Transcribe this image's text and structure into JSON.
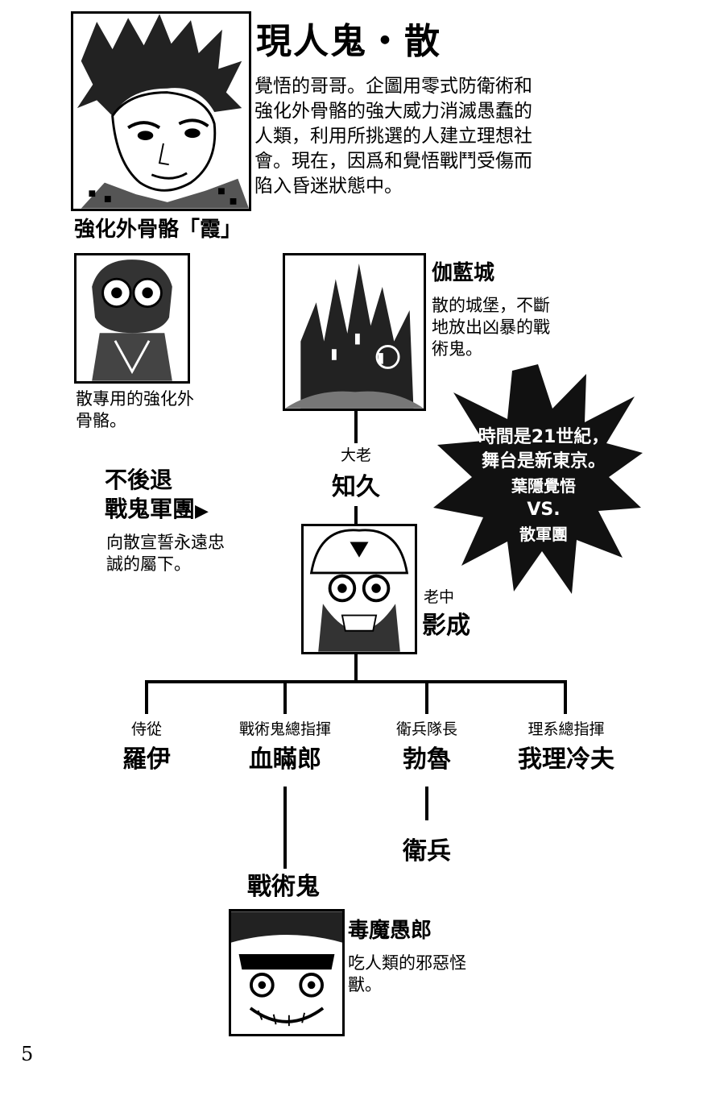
{
  "profile": {
    "title": "現人鬼・散",
    "description_lines": [
      "覺悟的哥哥。企圖用零式防衛術和",
      "強化外骨骼的強大威力消滅愚蠢的",
      "人類，利用所挑選的人建立理想社",
      "會。現在，因爲和覺悟戰鬥受傷而",
      "陷入昏迷狀態中。"
    ]
  },
  "armor": {
    "title": "強化外骨骼「霞」",
    "description_lines": [
      "散專用的強化外",
      "骨骼。"
    ]
  },
  "castle": {
    "title": "伽藍城",
    "description_lines": [
      "散的城堡，不斷",
      "地放出凶暴的戰",
      "術鬼。"
    ]
  },
  "army": {
    "title_lines": [
      "不後退",
      "戰鬼軍團"
    ],
    "arrow": "▶",
    "description_lines": [
      "向散宣誓永遠忠",
      "誠的屬下。"
    ]
  },
  "starburst": {
    "lines": [
      "時間是21世紀，",
      "舞台是新東京。",
      "葉隱覺悟",
      "VS.",
      "散軍團"
    ]
  },
  "hierarchy": {
    "tomohisa": {
      "role": "大老",
      "name": "知久"
    },
    "kagenari": {
      "role": "老中",
      "name": "影成"
    },
    "members": [
      {
        "role": "侍從",
        "name": "羅伊"
      },
      {
        "role": "戰術鬼總指揮",
        "name": "血瞞郎"
      },
      {
        "role": "衛兵隊長",
        "name": "勃魯"
      },
      {
        "role": "理系總指揮",
        "name": "我理冷夫"
      }
    ],
    "guard": "衛兵",
    "tactical_title": "戰術鬼",
    "monster": {
      "name": "毒魔愚郎",
      "description_lines": [
        "吃人類的邪惡怪",
        "獸。"
      ]
    }
  },
  "page_number": "5"
}
